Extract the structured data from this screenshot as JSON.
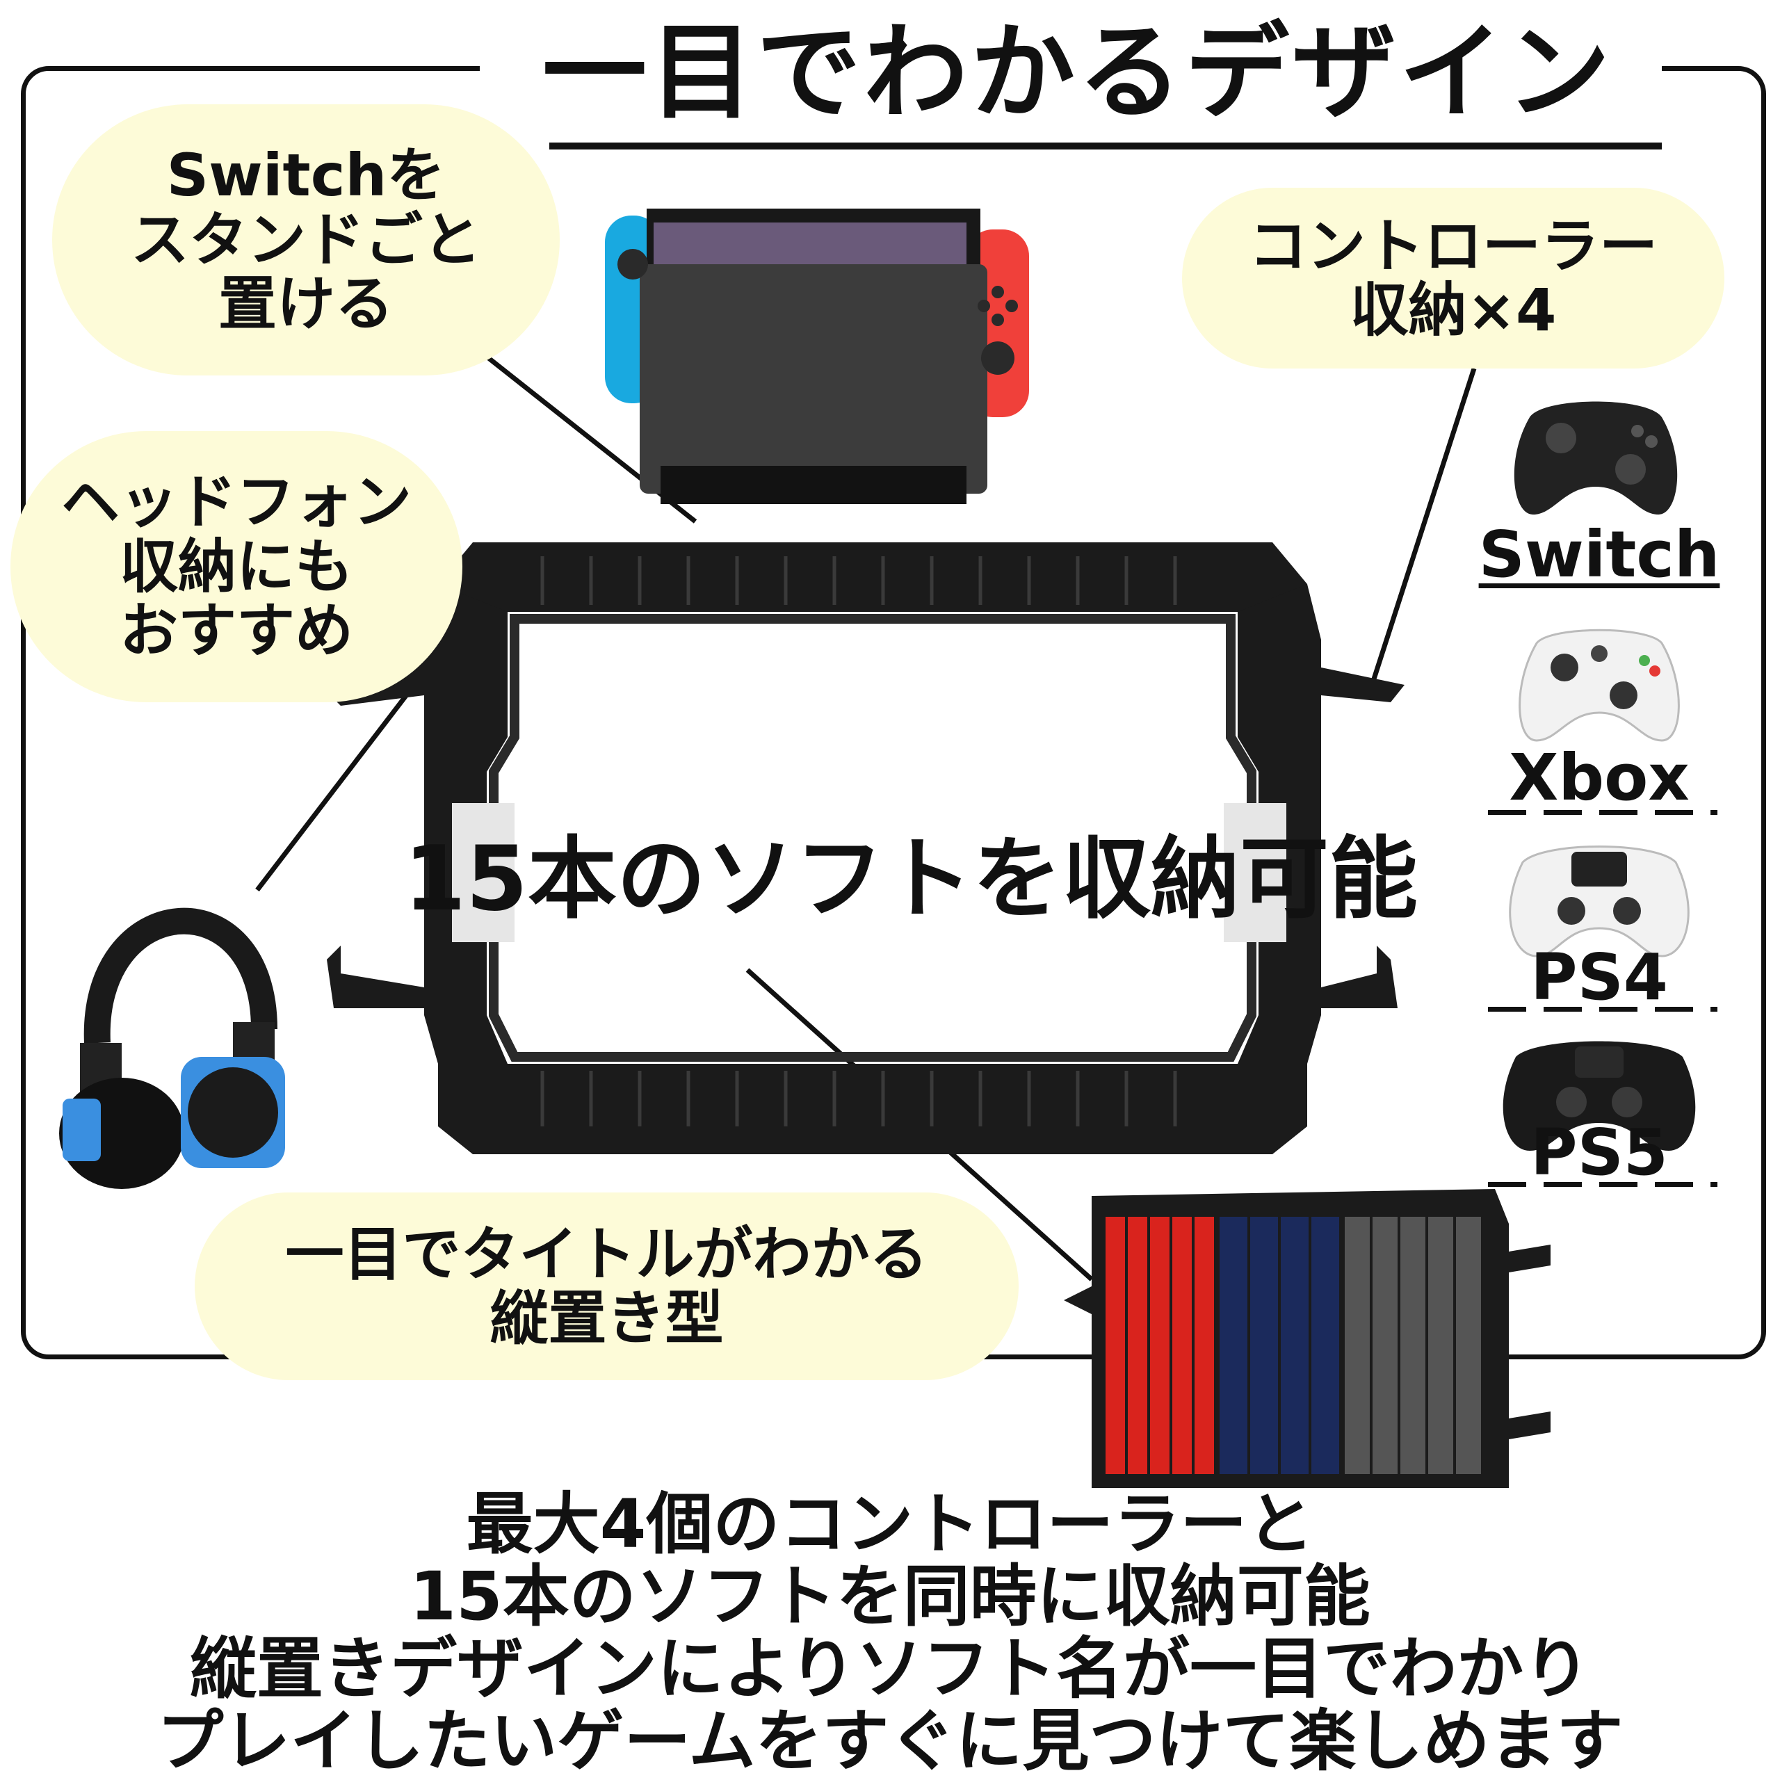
{
  "title": "一目でわかるデザイン",
  "bubbles": {
    "switch_stand": "Switchを\nスタンドごと\n置ける",
    "controller_storage": "コントローラー\n収納×4",
    "headphone_storage": "ヘッドフォン\n収納にも\nおすすめ",
    "vertical_title": "一目でタイトルがわかる\n縦置き型"
  },
  "center_caption": "15本のソフトを収納可能",
  "controllers": [
    {
      "label": "Switch",
      "icon": "switch-pro-controller-icon",
      "color": "#222222"
    },
    {
      "label": "Xbox",
      "icon": "xbox-controller-icon",
      "color": "#f2f2f2"
    },
    {
      "label": "PS4",
      "icon": "ps4-controller-icon",
      "color": "#f2f2f2"
    },
    {
      "label": "PS5",
      "icon": "ps5-controller-icon",
      "color": "#1a1a1a"
    }
  ],
  "bottom_text": "最大4個のコントローラーと\n15本のソフトを同時に収納可能\n縦置きデザインによりソフト名が一目でわかり\nプレイしたいゲームをすぐに見つけて楽しめます",
  "colors": {
    "bubble": "#fdfbd8",
    "stand": "#1b1b1b",
    "joycon_blue": "#19a9e0",
    "joycon_red": "#f0403a",
    "headphone_blue": "#3a8fe0"
  }
}
